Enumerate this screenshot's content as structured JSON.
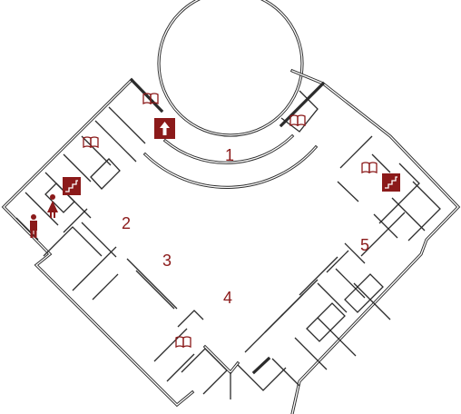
{
  "map": {
    "room_labels": [
      "1",
      "2",
      "3",
      "4",
      "5"
    ],
    "icons": {
      "book": "open-book-icon",
      "stairs": "stairs-icon",
      "elevator": "elevator-up-icon",
      "restroom_women": "restroom-women-icon",
      "restroom_men": "restroom-men-icon"
    },
    "colors": {
      "accent": "#8b1a1a",
      "wall": "#2b2b2b",
      "background": "#ffffff"
    }
  }
}
